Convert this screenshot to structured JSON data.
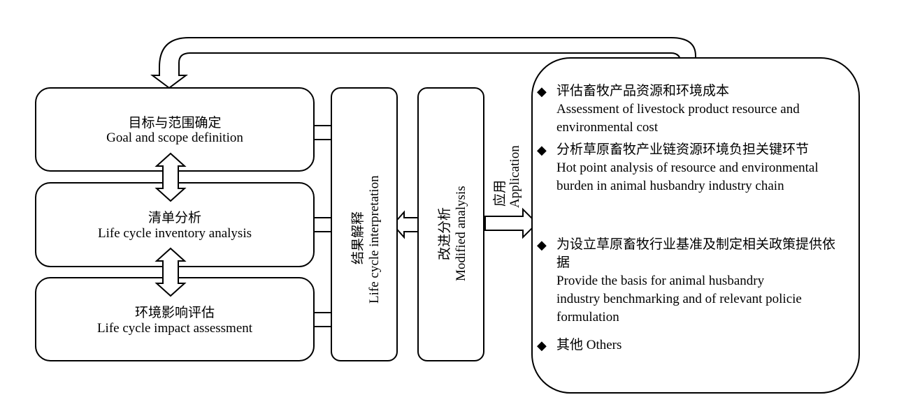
{
  "boxes": {
    "goal": {
      "zh": "目标与范围确定",
      "en": "Goal and scope definition"
    },
    "inventory": {
      "zh": "清单分析",
      "en": "Life cycle inventory analysis"
    },
    "impact": {
      "zh": "环境影响评估",
      "en": "Life cycle impact assessment"
    }
  },
  "interpretation": {
    "zh": "结果解释",
    "en": "Life cycle interpretation"
  },
  "modified": {
    "zh": "改进分析",
    "en": "Modified analysis"
  },
  "application": {
    "zh": "应用",
    "en": "Application"
  },
  "applications": {
    "bullet": "◆",
    "items": [
      {
        "zh": "评估畜牧产品资源和环境成本",
        "en": "Assessment of livestock product resource and environmental cost"
      },
      {
        "zh": "分析草原畜牧产业链资源环境负担关键环节",
        "en": "Hot point analysis of resource and environmental burden in animal husbandry industry chain"
      },
      {
        "zh": "为设立草原畜牧行业基准及制定相关政策提供依据",
        "en": "Provide the basis for animal husbandry industry benchmarking and of relevant policie formulation"
      },
      {
        "zh": "其他 Others"
      }
    ]
  }
}
